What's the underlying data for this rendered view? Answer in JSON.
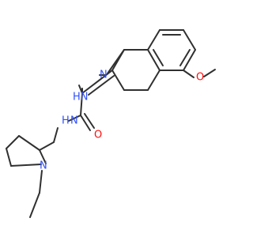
{
  "structure": {
    "atoms": [
      {
        "id": "nh_label",
        "text": "HN",
        "color": "#3050F8"
      },
      {
        "id": "n1_label",
        "text": "N",
        "color": "#3050F8"
      },
      {
        "id": "amide_n_label",
        "text": "N",
        "color": "#3050F8"
      },
      {
        "id": "amide_h_label",
        "text": "H",
        "color": "#3050F8"
      },
      {
        "id": "amide_o_label",
        "text": "O",
        "color": "#FF0D0D"
      },
      {
        "id": "methoxy_o_label",
        "text": "O",
        "color": "#FF0D0D"
      },
      {
        "id": "pyrrolidine_n_label",
        "text": "N",
        "color": "#3050F8"
      }
    ],
    "bond_color": "#303030"
  }
}
